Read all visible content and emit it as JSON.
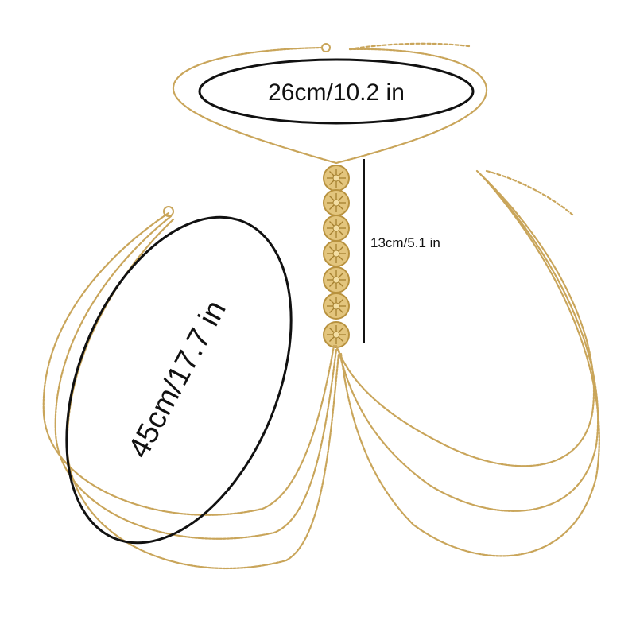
{
  "measurements": {
    "neck_length": "26cm/10.2 in",
    "drop_length": "13cm/5.1 in",
    "drape_length": "45cm/17.7 in"
  },
  "colors": {
    "gold": "#c9a55a",
    "outline": "#111111"
  }
}
